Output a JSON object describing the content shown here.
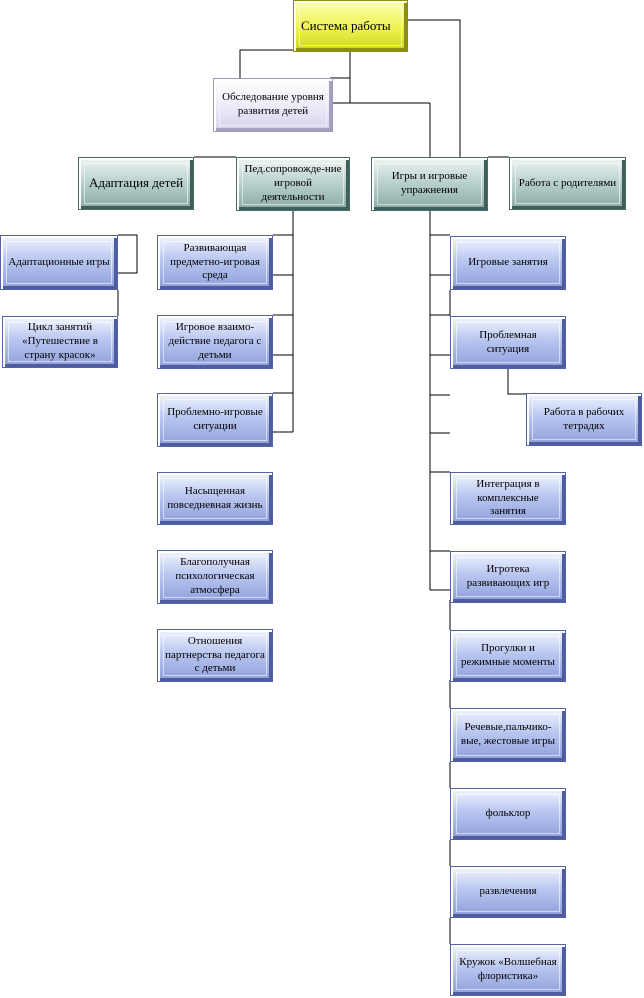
{
  "nodes": {
    "root": "Система работы",
    "survey": "Обследование уровня развития детей",
    "adaptation": "Адаптация детей",
    "ped_support": "Пед.сопровожде-ние игровой деятельности",
    "games": "Игры и игровые упражнения",
    "parents": "Работа с родителями",
    "adapt_games": "Адаптационные игры",
    "lesson_cycle": "Цикл занятий «Путешествие в страну красок»",
    "env": "Развивающая предметно-игровая среда",
    "interaction": "Игровое взаимо-действие педагога с детьми",
    "problem_game": "Проблемно-игровые ситуации",
    "daily_life": "Насыщенная повседневная жизнь",
    "atmosphere": "Благополучная психологическая атмосфера",
    "partnership": "Отношения партнерства педагога с  детьми",
    "game_lessons": "Игровые занятия",
    "problem_situation": "Проблемная ситуация",
    "workbooks": "Работа в рабочих тетрадях",
    "integration": "Интеграция в комплексные занятия",
    "game_library": "Игротека развивающих игр",
    "walks": "Прогулки и режимные моменты",
    "speech_games": "Речевые,пальчико-вые, жестовые игры",
    "folklore": "фольклор",
    "entertainment": "развлечения",
    "club": "Кружок «Волшебная флористика»"
  }
}
